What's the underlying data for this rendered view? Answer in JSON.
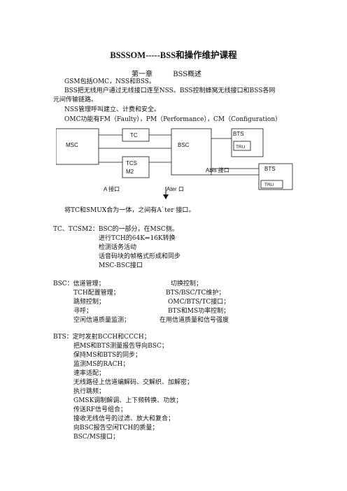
{
  "title": "BSSSOM-----BSS和操作维护课程",
  "chapter": {
    "num": "第一章",
    "name": "BSS概述"
  },
  "intro": [
    "GSM包括OMC，NSS和BSS。",
    "BSS把无线用户通过无线接口连至NSS。BSS控制蜂窝无线接口和BSS各网",
    "元间传输链路。",
    "NSS管理呼叫建立、计费和安全。",
    "OMC功能有FM（Faulty），PM（Performance），CM（Configuration）"
  ],
  "diagram": {
    "msc": "MSC",
    "tc": "TC",
    "tcsm2_a": "TCS",
    "tcsm2_b": "M2",
    "bsc": "BSC",
    "bts1": "BTS",
    "tru1": "TRU",
    "bts2": "BTS",
    "tru2": "TRU",
    "abis": "Abis 接口",
    "a_if": "A 接口",
    "ater": "Ater 口"
  },
  "merge_note": "将TC和SMUX合为一体，之间有A`ter 接口。",
  "tc_section": {
    "head": "TC、TCSM2：BSC的一部分，在MSC侧。",
    "items": [
      "进行TCH的64K⇔16K转换",
      "检测话务活动",
      "话音码块的帧格式形成和同步",
      "MSC-BSC接口"
    ]
  },
  "bsc_section": {
    "head_left": "BSC：信道管理；",
    "head_right": "切换控制；",
    "rows": [
      [
        "TCH配置管理；",
        "BTS/BSC/TC维护；"
      ],
      [
        "跳频控制；",
        "OMC/BTS/TC接口；"
      ],
      [
        "寻呼；",
        "BTS和MS功率控制；"
      ],
      [
        "空闲信道质量监测；",
        "在用信道质量和信号强度"
      ]
    ]
  },
  "bts_section": {
    "head": "BTS：定时发射BCCH和CCCH；",
    "items": [
      "把MS和BTS测量报告导向BSC；",
      "保持MS和BTS的同步；",
      "监测MS的RACH；",
      "速率适配；",
      "无线路径上信道编解码、交解织、加解密；",
      "执行跳频；",
      "GMSK调制解调、上下频转换、功放；",
      "传送RF信号组合；",
      "接收无线信号的过滤、放大和复合；",
      "向BSC报告空闲TCH的质量；",
      "BSC/MS接口；"
    ]
  }
}
